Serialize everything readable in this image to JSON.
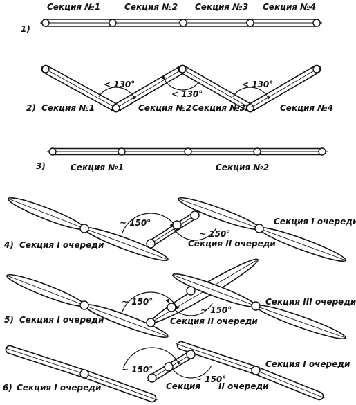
{
  "rows": {
    "r1": {
      "number": "1)",
      "labels": [
        "Секция №1",
        "Секция №2",
        "Секция №3",
        "Секция №4"
      ]
    },
    "r2": {
      "number": "2)",
      "labels": [
        "Секция №1",
        "Секция №2",
        "Секция №3",
        "Секция №4"
      ],
      "angles": [
        "< 130°",
        "< 130°",
        "< 130°"
      ]
    },
    "r3": {
      "number": "3)",
      "labels": [
        "Секция №1",
        "Секция №2"
      ]
    },
    "r4": {
      "number": "4)",
      "labels": [
        "Секция I очереди",
        "Секция I очереди",
        "Секция II очереди"
      ],
      "angles": [
        "~ 150°",
        "~ 150°"
      ]
    },
    "r5": {
      "number": "5)",
      "labels": [
        "Секция I очереди",
        "Секция III очереди",
        "Секция II очереди"
      ],
      "angles": [
        "~ 150°",
        "~ 150°"
      ]
    },
    "r6": {
      "number": "6)",
      "labels": [
        "Секция I очереди",
        "Секция I очереди",
        "Секция",
        "~ 150°",
        "II очереди"
      ],
      "angles": [
        "~ 150°"
      ]
    }
  }
}
